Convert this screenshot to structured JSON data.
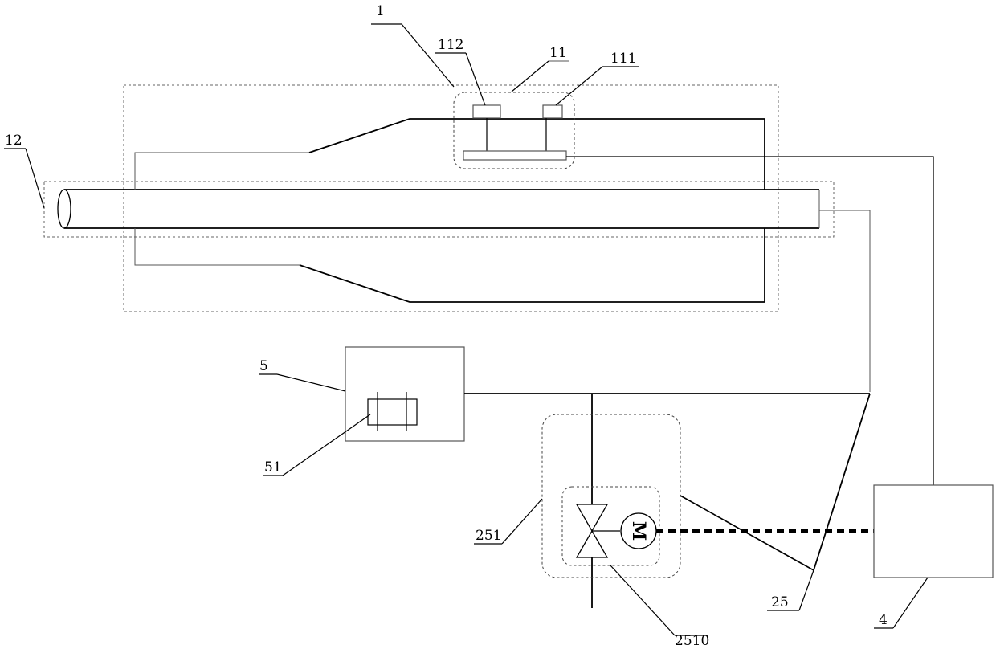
{
  "labels": {
    "l1": "1",
    "l11": "11",
    "l111": "111",
    "l112": "112",
    "l12": "12",
    "l5": "5",
    "l51": "51",
    "l251": "251",
    "l2510": "2510",
    "l25": "25",
    "l4": "4"
  },
  "motor_symbol": "M"
}
